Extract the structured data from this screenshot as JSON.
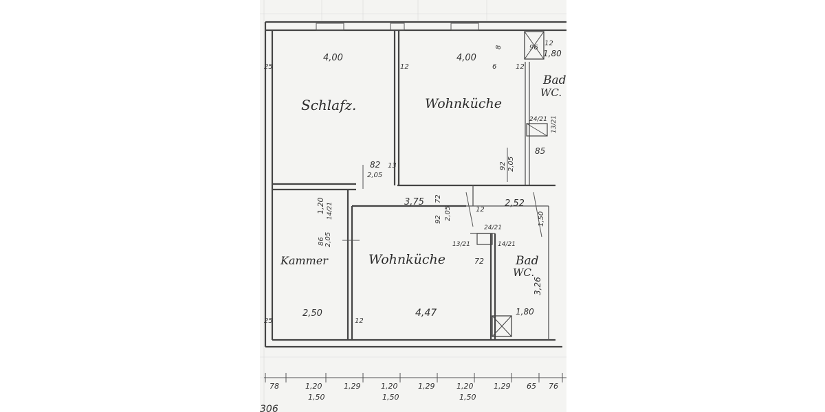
{
  "rooms": {
    "schlafz": "Schlafz.",
    "wohnkueche_top": "Wohnküche",
    "bad_top": "Bad",
    "wc_top": "WC.",
    "kammer": "Kammer",
    "wohnkueche_bottom": "Wohnküche",
    "bad_bottom": "Bad",
    "wc_bottom": "WC."
  },
  "dims": {
    "d_400_a": "4,00",
    "d_400_b": "4,00",
    "d_25_a": "25",
    "d_12_a": "12",
    "d_12_b": "12",
    "d_6": "6",
    "d_8_top": "8",
    "d_96": "96",
    "d_12x": "12",
    "d_180_top": "1,80",
    "d_82": "82",
    "d_13": "13",
    "d_205_a": "2,05",
    "d_92_a": "92",
    "d_205_b": "2,05",
    "d_2421_a": "24/21",
    "d_1331": "13/21",
    "d_85": "85",
    "d_120_left": "1,20",
    "d_1421_a": "14/21",
    "d_375": "3,75",
    "d_72_a": "72",
    "d_92_b": "92",
    "d_205_c": "2,05",
    "d_12_c": "12",
    "d_252": "2,52",
    "d_150_right": "1,50",
    "d_86": "86",
    "d_205_d": "2,05",
    "d_2421_b": "24/21",
    "d_1321": "13/21",
    "d_1421_b": "14/21",
    "d_72_b": "72",
    "d_326": "3,26",
    "d_250": "2,50",
    "d_25_b": "25",
    "d_12_d": "12",
    "d_447": "4,47",
    "d_180_bottom": "1,80"
  },
  "bottom_row1": [
    "78",
    "1,20",
    "1,29",
    "1,20",
    "1,29",
    "1,20",
    "1,29",
    "65",
    "76"
  ],
  "bottom_row2": [
    "1,50",
    "1,50",
    "1,50"
  ],
  "bottom_partial": "306"
}
